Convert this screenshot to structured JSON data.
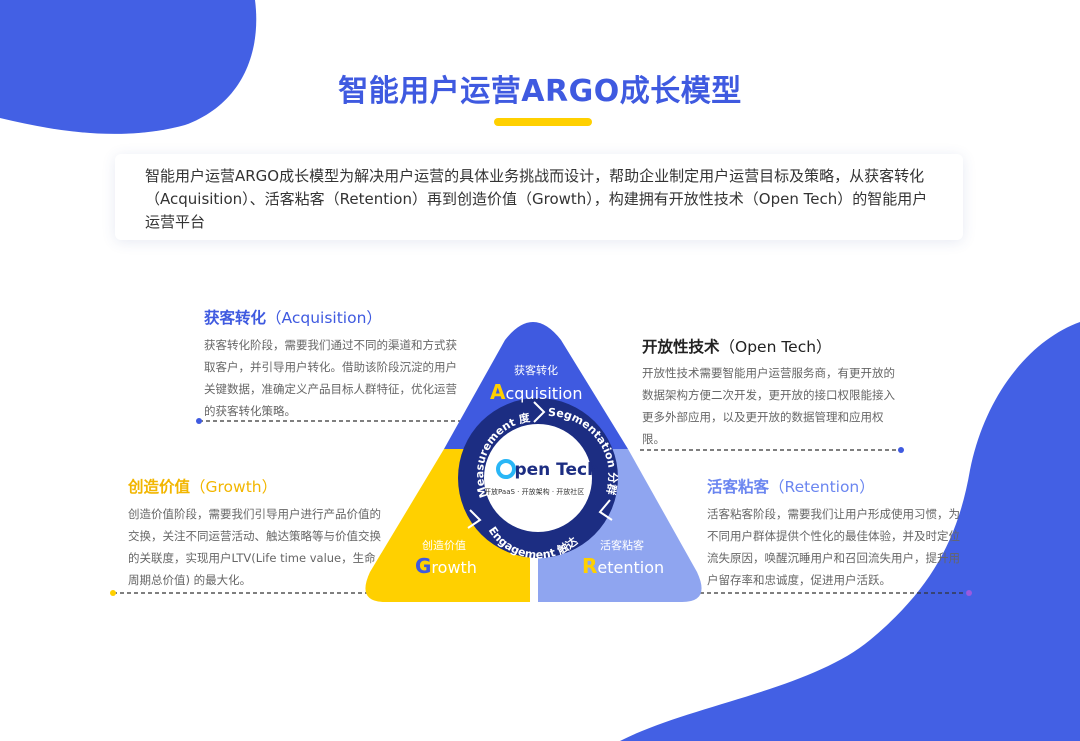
{
  "title": "智能用户运营ARGO成长模型",
  "intro": "智能用户运营ARGO成长模型为解决用户运营的具体业务挑战而设计，帮助企业制定用户运营目标及策略，从获客转化（Acquisition）、活客粘客（Retention）再到创造价值（Growth），构建拥有开放性技术（Open Tech）的智能用户运营平台",
  "sections": {
    "acquisition": {
      "title_cn": "获客转化",
      "title_en": "（Acquisition）",
      "body": "获客转化阶段，需要我们通过不同的渠道和方式获取客户，并引导用户转化。借助该阶段沉淀的用户关键数据，准确定义产品目标人群特征，优化运营的获客转化策略。"
    },
    "growth": {
      "title_cn": "创造价值",
      "title_en": "（Growth）",
      "body": "创造价值阶段，需要我们引导用户进行产品价值的交换，关注不同运营活动、触达策略等与价值交换的关联度，实现用户LTV(Life time value，生命周期总价值) 的最大化。"
    },
    "open_tech": {
      "title_cn": "开放性技术",
      "title_en": "（Open Tech）",
      "body": "开放性技术需要智能用户运营服务商，有更开放的数据架构方便二次开发，更开放的接口权限能接入更多外部应用，以及更开放的数据管理和应用权限。"
    },
    "retention": {
      "title_cn": "活客粘客",
      "title_en": "（Retention）",
      "body": "活客粘客阶段，需要我们让用户形成使用习惯，为不同用户群体提供个性化的最佳体验，并及时定位流失原因，唤醒沉睡用户和召回流失用户，提升用户留存率和忠诚度，促进用户活跃。"
    }
  },
  "diagram": {
    "acquisition": {
      "small": "获客转化",
      "letter": "A",
      "rest": "cquisition"
    },
    "growth": {
      "small": "创造价值",
      "letter": "G",
      "rest": "rowth"
    },
    "retention": {
      "small": "活客粘客",
      "letter": "R",
      "rest": "etention"
    },
    "ring": {
      "measurement": "Measurement 度量",
      "segmentation": "Segmentation 分群",
      "engagement": "Engagement 触达"
    },
    "center": {
      "logo_letter": "O",
      "title_rest": "pen Tech",
      "subtitle": "开放PaaS · 开放架构 · 开放社区"
    }
  },
  "colors": {
    "primary": "#3f5ae0",
    "title": "#3f5ae0",
    "yellow": "#ffd000",
    "growth_title": "#f2b600",
    "retention_light": "#8fa5f0",
    "dark_ring": "#1c2d82"
  }
}
